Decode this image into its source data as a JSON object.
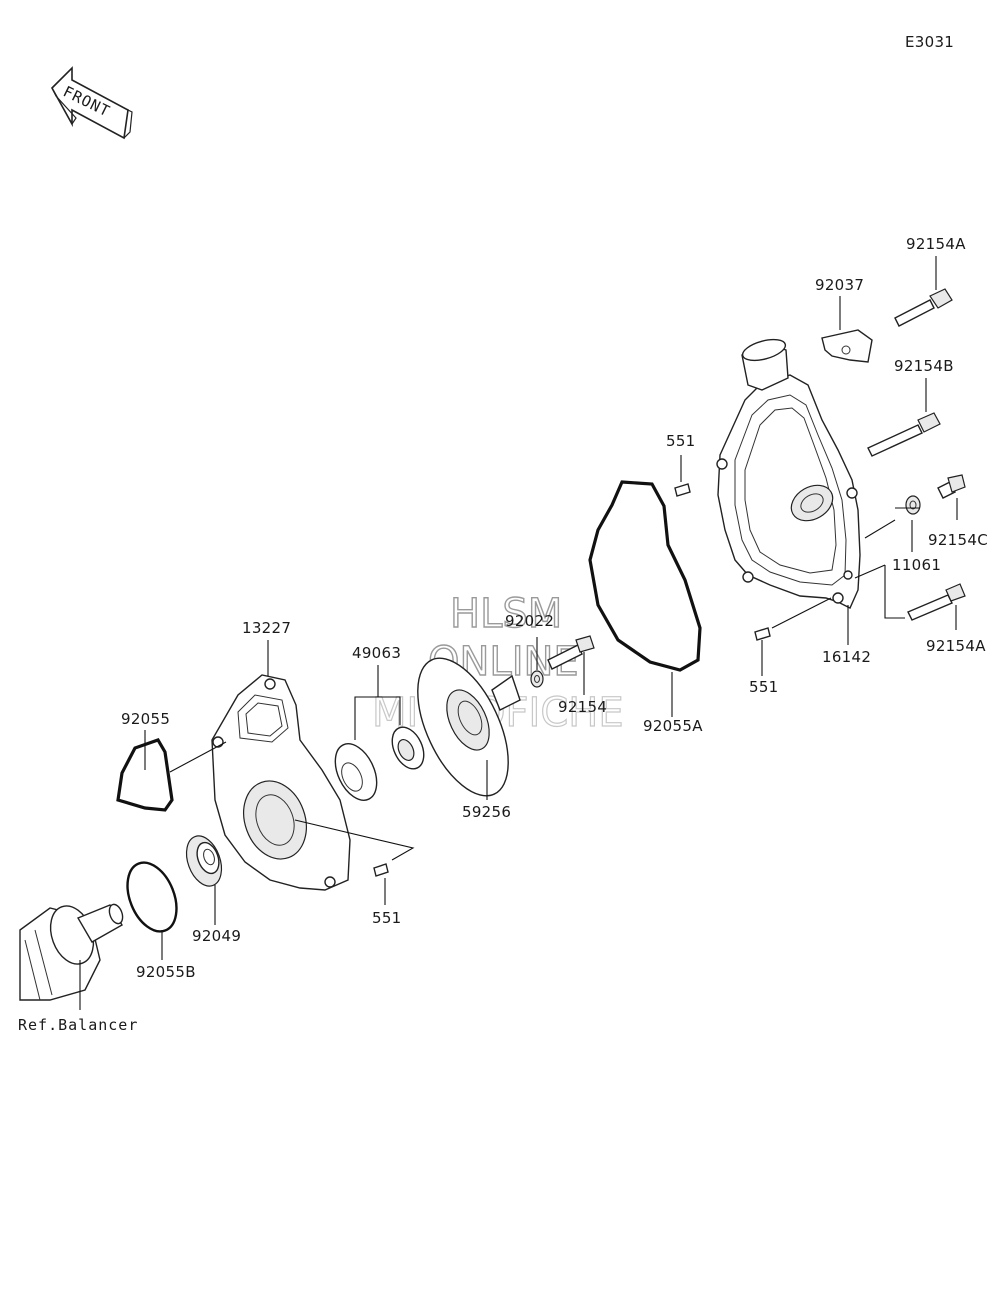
{
  "diagram": {
    "code": "E3031",
    "front_label": "FRONT",
    "watermark": {
      "line1": "HLSM",
      "line2": "ONLINE",
      "line3": "MICROFICHE"
    },
    "ref_label": "Ref.Balancer",
    "parts": {
      "p92154A_top": "92154A",
      "p92037": "92037",
      "p92154B": "92154B",
      "p551_upper": "551",
      "p92154C": "92154C",
      "p11061": "11061",
      "p92154A_lower": "92154A",
      "p16142": "16142",
      "p551_right": "551",
      "p92022": "92022",
      "p92154": "92154",
      "p92055A": "92055A",
      "p13227": "13227",
      "p49063": "49063",
      "p92055": "92055",
      "p59256": "59256",
      "p551_lower": "551",
      "p92049": "92049",
      "p92055B": "92055B"
    }
  }
}
